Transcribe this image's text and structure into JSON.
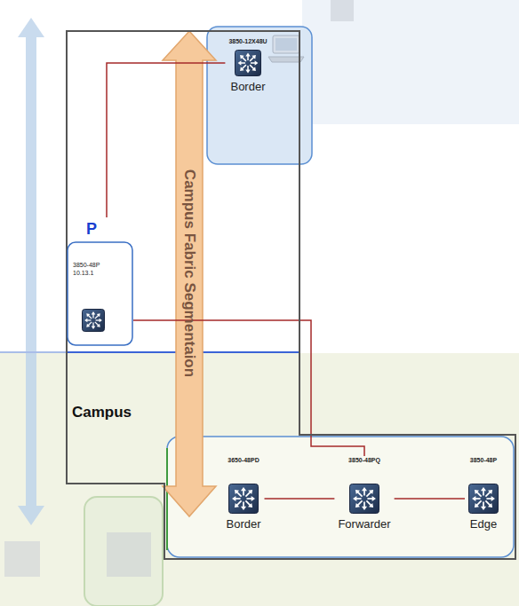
{
  "diagram": {
    "nodes": [
      {
        "text": [
          "Campus"
        ]
      },
      {
        "text": [
          "3850-12X48U",
          "Border"
        ],
        "in": 0
      },
      {
        "text": [
          "P",
          "3850-48P",
          "10.13.1"
        ],
        "in": 0
      },
      {
        "text": [
          "3650-48PD",
          "Border"
        ],
        "in": 0
      },
      {
        "text": [
          "3850-48PQ",
          "Forwarder"
        ],
        "in": 0
      },
      {
        "text": [
          "3850-48P",
          "Edge"
        ],
        "in": 0
      }
    ],
    "edges": [
      {
        "from": 2,
        "to": 1,
        "arrow": "none"
      },
      {
        "from": 2,
        "to": 4,
        "arrow": "none"
      },
      {
        "from": 3,
        "to": 4,
        "arrow": "none"
      },
      {
        "from": 4,
        "to": 5,
        "arrow": "none"
      }
    ],
    "labels": [
      "Campus Fabric Segmentaion"
    ]
  }
}
